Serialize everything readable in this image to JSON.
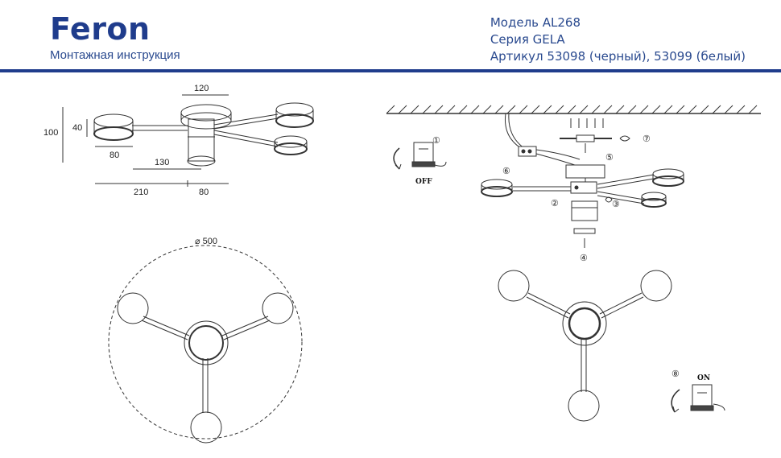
{
  "header": {
    "brand": "Feron",
    "subtitle": "Монтажная инструкция",
    "model": "Модель AL268",
    "series": "Серия GELA",
    "article": "Артикул 53098 (черный), 53099 (белый)"
  },
  "brand_color": "#1f3c8c",
  "dimensions": {
    "top_width": "120",
    "height_total": "100",
    "height_shade": "40",
    "shade_width": "80",
    "arm_offset": "130",
    "span_left": "210",
    "span_right": "80",
    "diameter": "⌀ 500"
  },
  "steps": {
    "s1": "①",
    "s2": "②",
    "s3": "③",
    "s4": "④",
    "s5": "⑤",
    "s6": "⑥",
    "s7": "⑦",
    "s8": "⑧"
  },
  "switch_off": "OFF",
  "switch_on": "ON"
}
